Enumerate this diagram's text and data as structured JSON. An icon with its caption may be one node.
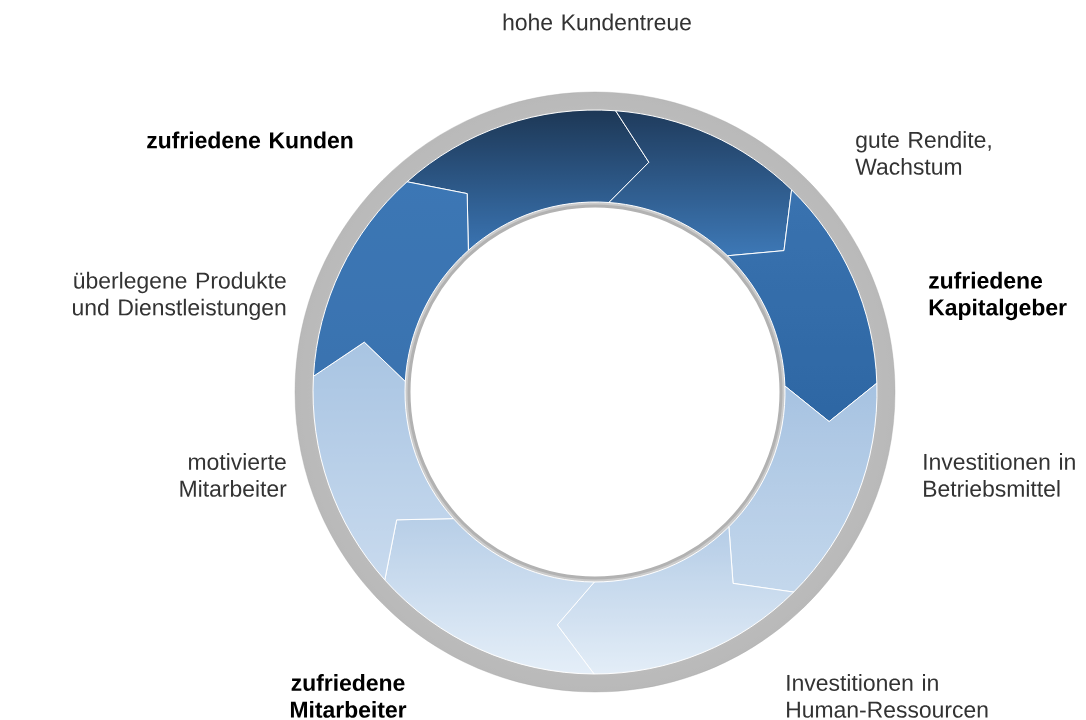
{
  "diagram": {
    "nodes": [
      {
        "text": [],
        "shape": "arrow"
      },
      {
        "text": [],
        "shape": "arrow"
      },
      {
        "text": [],
        "shape": "arrow"
      },
      {
        "text": [],
        "shape": "arrow"
      },
      {
        "text": [],
        "shape": "arrow"
      },
      {
        "text": [],
        "shape": "arrow"
      },
      {
        "text": [],
        "shape": "arrow"
      },
      {
        "text": [],
        "shape": "arrow"
      }
    ],
    "labels": [
      "hohe Kundentreue",
      "zufriedene Kunden",
      "gute Rendite, Wachstum",
      "überlegene Produkte und Dienstleistungen",
      "zufriedene Kapitalgeber",
      "motivierte Mitarbeiter",
      "Investitionen in Betriebsmittel",
      "zufriedene Mitarbeiter",
      "Investitionen in Human-Ressourcen"
    ]
  }
}
